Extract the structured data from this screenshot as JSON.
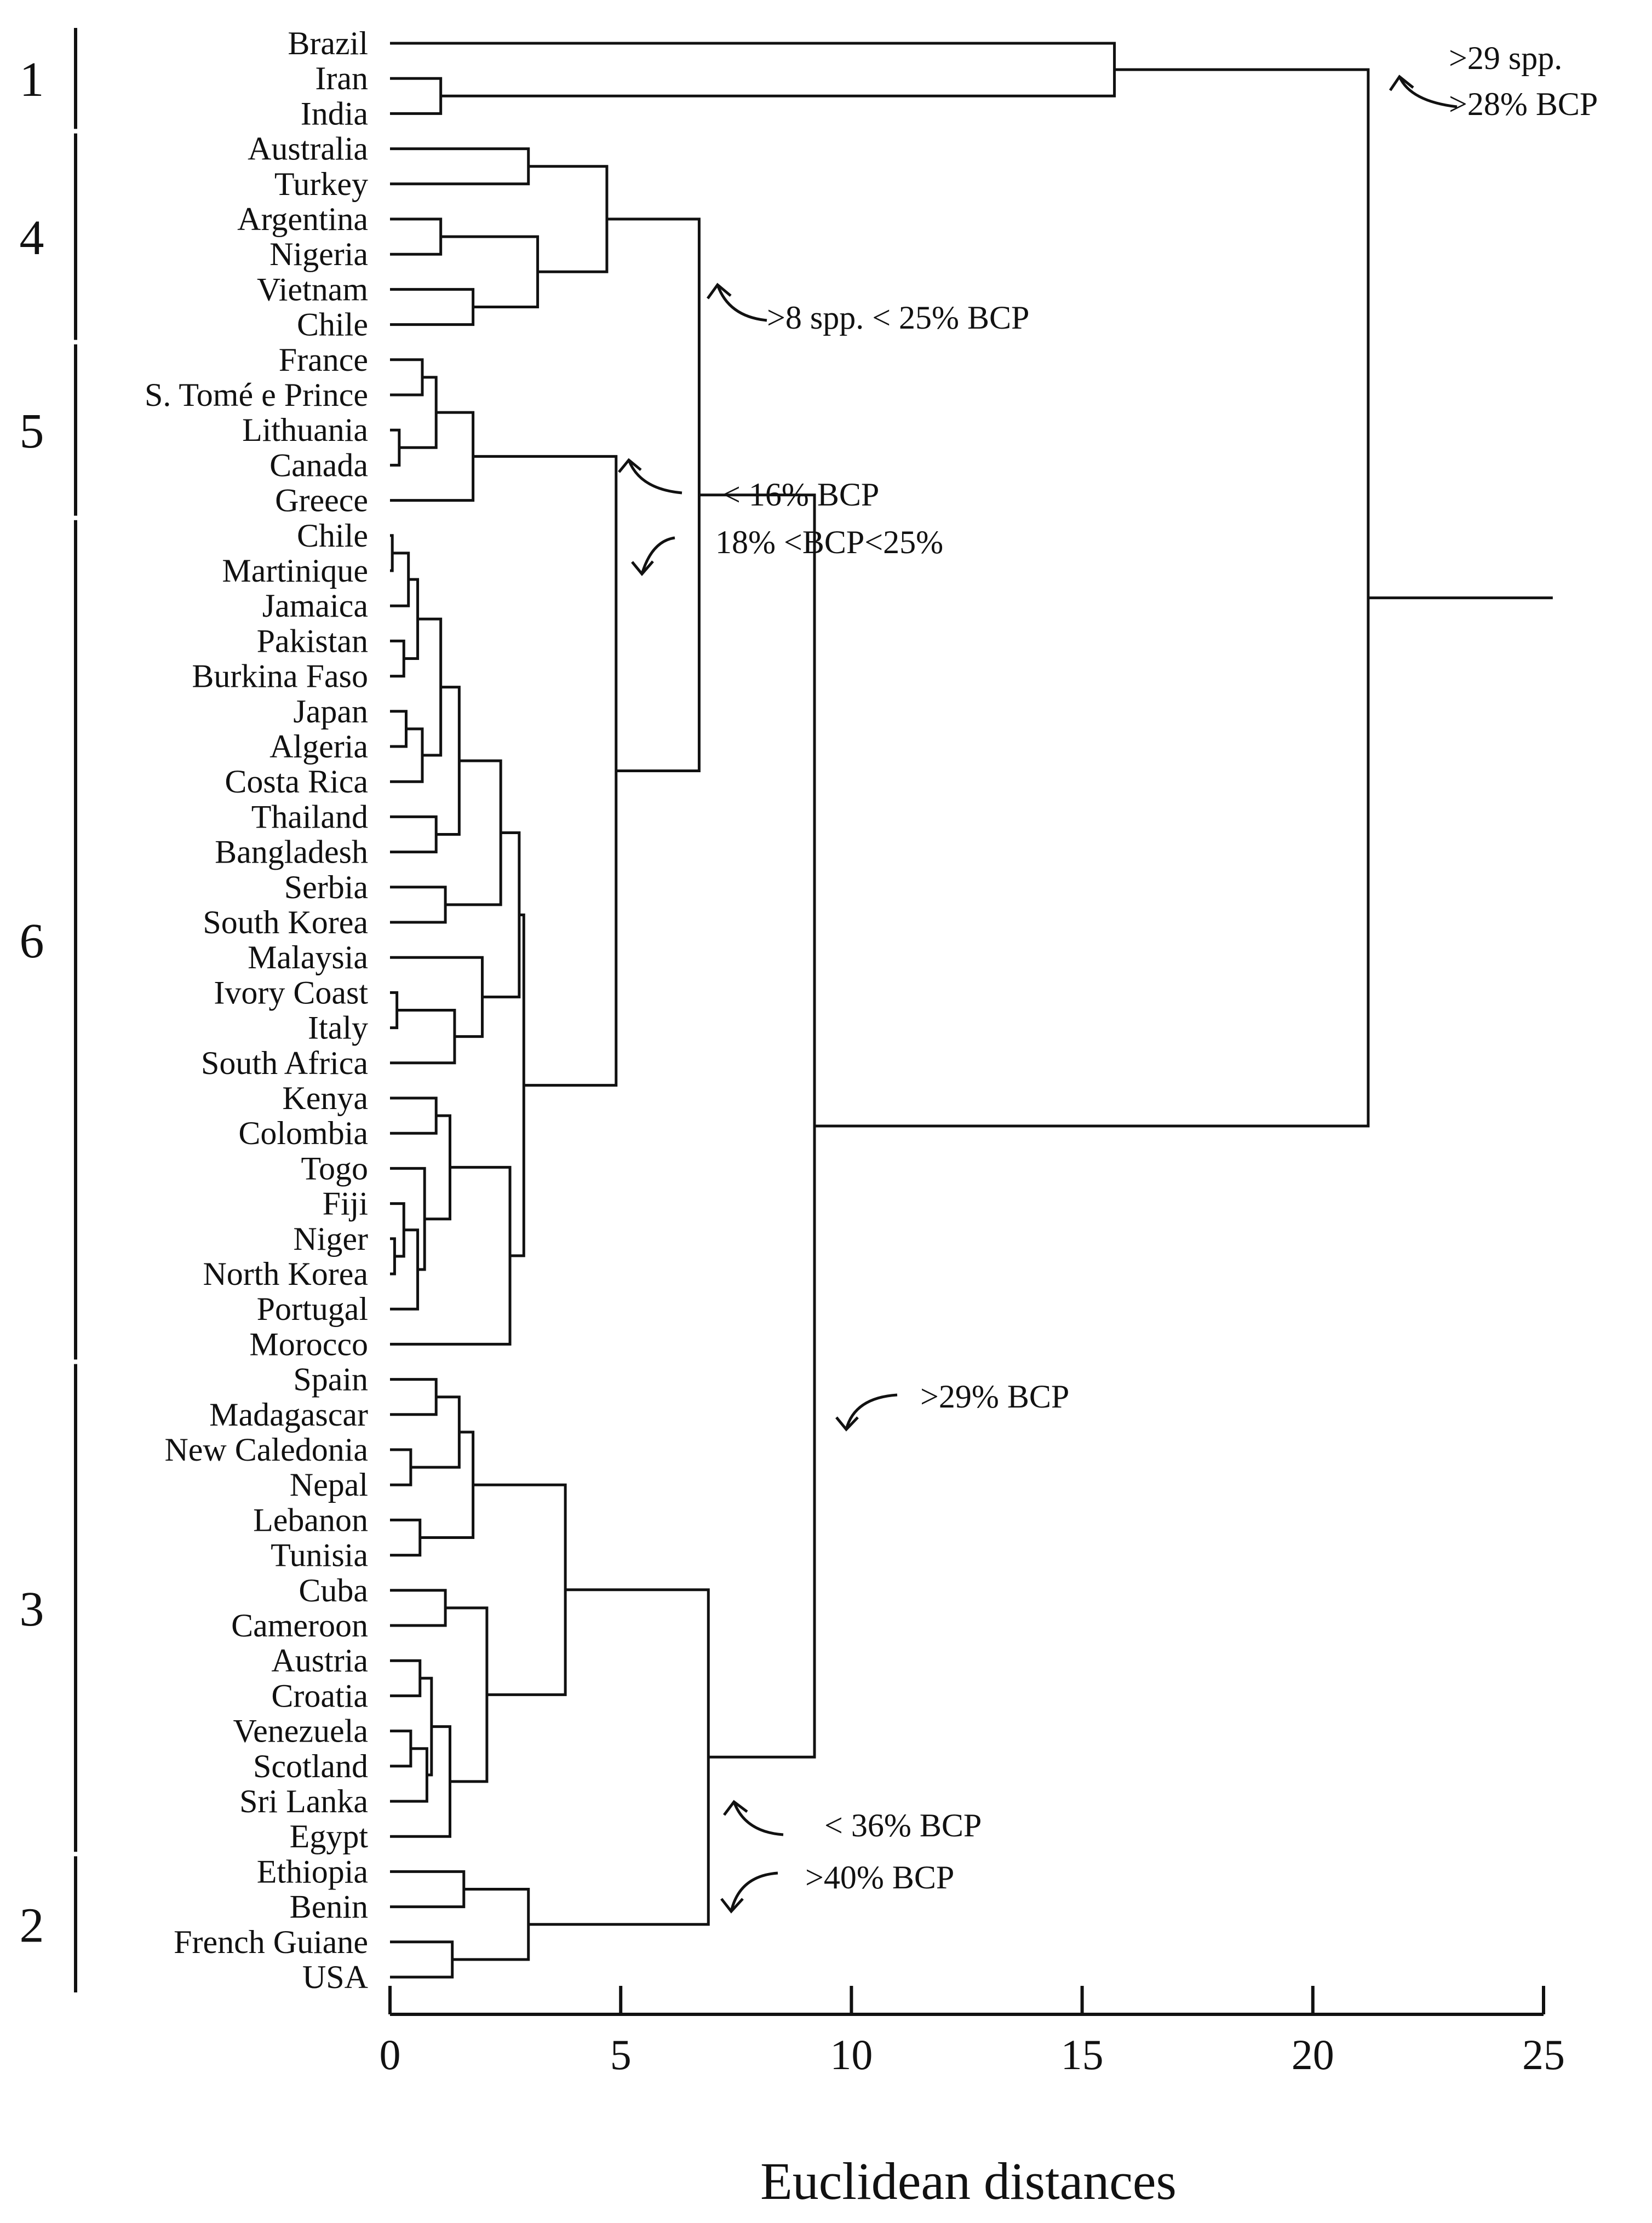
{
  "chart_data": {
    "type": "dendrogram",
    "xlabel": "Euclidean distances",
    "xlim": [
      0,
      25
    ],
    "xticks": [
      "0",
      "5",
      "10",
      "15",
      "20",
      "25"
    ],
    "grid": false,
    "leaves": [
      "Brazil",
      "Iran",
      "India",
      "Australia",
      "Turkey",
      "Argentina",
      "Nigeria",
      "Vietnam",
      "Chile",
      "France",
      "S. Tomé e Prince",
      "Lithuania",
      "Canada",
      "Greece",
      "Chile",
      "Martinique",
      "Jamaica",
      "Pakistan",
      "Burkina Faso",
      "Japan",
      "Algeria",
      "Costa Rica",
      "Thailand",
      "Bangladesh",
      "Serbia",
      "South Korea",
      "Malaysia",
      "Ivory Coast",
      "Italy",
      "South Africa",
      "Kenya",
      "Colombia",
      "Togo",
      "Fiji",
      "Niger",
      "North Korea",
      "Portugal",
      "Morocco",
      "Spain",
      "Madagascar",
      "New Caledonia",
      "Nepal",
      "Lebanon",
      "Tunisia",
      "Cuba",
      "Cameroon",
      "Austria",
      "Croatia",
      "Venezuela",
      "Scotland",
      "Sri Lanka",
      "Egypt",
      "Ethiopia",
      "Benin",
      "French Guiane",
      "USA"
    ],
    "merges": [
      {
        "a": 1,
        "b": 2,
        "height": 1.1
      },
      {
        "a": 0,
        "b": "m0",
        "height": 15.7
      },
      {
        "a": 3,
        "b": 4,
        "height": 3.0
      },
      {
        "a": 5,
        "b": 6,
        "height": 1.1
      },
      {
        "a": 7,
        "b": 8,
        "height": 1.8
      },
      {
        "a": "m3",
        "b": "m4",
        "height": 3.2
      },
      {
        "a": "m2",
        "b": "m5",
        "height": 4.7
      },
      {
        "a": 9,
        "b": 10,
        "height": 0.7
      },
      {
        "a": 11,
        "b": 12,
        "height": 0.2
      },
      {
        "a": "m7",
        "b": "m8",
        "height": 1.0
      },
      {
        "a": "m9",
        "b": 13,
        "height": 1.8
      },
      {
        "a": 14,
        "b": 15,
        "height": 0.05
      },
      {
        "a": "m11",
        "b": 16,
        "height": 0.4
      },
      {
        "a": 17,
        "b": 18,
        "height": 0.3
      },
      {
        "a": "m12",
        "b": "m13",
        "height": 0.6
      },
      {
        "a": 19,
        "b": 20,
        "height": 0.35
      },
      {
        "a": "m15",
        "b": 21,
        "height": 0.7
      },
      {
        "a": "m14",
        "b": "m16",
        "height": 1.1
      },
      {
        "a": 22,
        "b": 23,
        "height": 1.0
      },
      {
        "a": "m17",
        "b": "m18",
        "height": 1.5
      },
      {
        "a": 24,
        "b": 25,
        "height": 1.2
      },
      {
        "a": "m19",
        "b": "m20",
        "height": 2.4
      },
      {
        "a": 27,
        "b": 28,
        "height": 0.15
      },
      {
        "a": "m22",
        "b": 29,
        "height": 1.4
      },
      {
        "a": 26,
        "b": "m23",
        "height": 2.0
      },
      {
        "a": 30,
        "b": 31,
        "height": 1.0
      },
      {
        "a": 34,
        "b": 35,
        "height": 0.1
      },
      {
        "a": 33,
        "b": "m26",
        "height": 0.3
      },
      {
        "a": "m27",
        "b": 36,
        "height": 0.6
      },
      {
        "a": 32,
        "b": "m28",
        "height": 0.75
      },
      {
        "a": "m25",
        "b": "m29",
        "height": 1.3
      },
      {
        "a": "m30",
        "b": 37,
        "height": 2.6
      },
      {
        "a": "m21",
        "b": "m24",
        "height": 2.8
      },
      {
        "a": "m32",
        "b": "m31",
        "height": 2.9
      },
      {
        "a": "m10",
        "b": "m33",
        "height": 4.9
      },
      {
        "a": "m6",
        "b": "m34",
        "height": 6.7
      },
      {
        "a": 38,
        "b": 39,
        "height": 1.0
      },
      {
        "a": 40,
        "b": 41,
        "height": 0.45
      },
      {
        "a": "m36",
        "b": "m37",
        "height": 1.5
      },
      {
        "a": 42,
        "b": 43,
        "height": 0.65
      },
      {
        "a": "m38",
        "b": "m39",
        "height": 1.8
      },
      {
        "a": 44,
        "b": 45,
        "height": 1.2
      },
      {
        "a": 46,
        "b": 47,
        "height": 0.65
      },
      {
        "a": 48,
        "b": 49,
        "height": 0.45
      },
      {
        "a": "m43",
        "b": 50,
        "height": 0.8
      },
      {
        "a": "m42",
        "b": "m44",
        "height": 0.9
      },
      {
        "a": "m45",
        "b": 51,
        "height": 1.3
      },
      {
        "a": "m41",
        "b": "m46",
        "height": 2.1
      },
      {
        "a": "m40",
        "b": "m47",
        "height": 3.8
      },
      {
        "a": 52,
        "b": 53,
        "height": 1.6
      },
      {
        "a": 54,
        "b": 55,
        "height": 1.35
      },
      {
        "a": "m49",
        "b": "m50",
        "height": 3.0
      },
      {
        "a": "m48",
        "b": "m51",
        "height": 6.9
      },
      {
        "a": "m35",
        "b": "m52",
        "height": 9.2
      },
      {
        "a": "m1",
        "b": "m53",
        "height": 21.2
      }
    ],
    "root_extends_to": 25.2,
    "groups": [
      {
        "label": "1",
        "first": 0,
        "last": 2
      },
      {
        "label": "4",
        "first": 3,
        "last": 8
      },
      {
        "label": "5",
        "first": 9,
        "last": 13
      },
      {
        "label": "6",
        "first": 14,
        "last": 37
      },
      {
        "label": "3",
        "first": 38,
        "last": 51
      },
      {
        "label": "2",
        "first": 52,
        "last": 55
      }
    ],
    "annotations": [
      {
        "lines": [
          ">29 spp.",
          ">28% BCP"
        ]
      },
      {
        "lines": [
          ">8 spp. < 25% BCP"
        ]
      },
      {
        "lines": [
          "< 16% BCP"
        ]
      },
      {
        "lines": [
          "18% <BCP<25%"
        ]
      },
      {
        "lines": [
          ">29% BCP"
        ]
      },
      {
        "lines": [
          "< 36% BCP"
        ]
      },
      {
        "lines": [
          ">40% BCP"
        ]
      }
    ]
  }
}
